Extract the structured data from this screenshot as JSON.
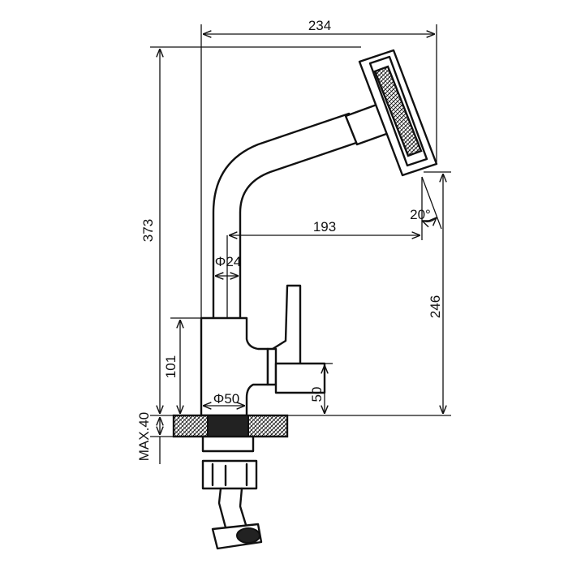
{
  "dimensions": {
    "overall_width": "234",
    "overall_height": "373",
    "spout_reach": "193",
    "spout_angle": "20°",
    "spout_outlet_height": "246",
    "pipe_diameter": "Φ24",
    "body_diameter": "Φ50",
    "body_height": "101",
    "lever_height": "50",
    "mount_thickness": "MAX.40"
  },
  "colors": {
    "line": "#111111",
    "background": "#ffffff"
  }
}
